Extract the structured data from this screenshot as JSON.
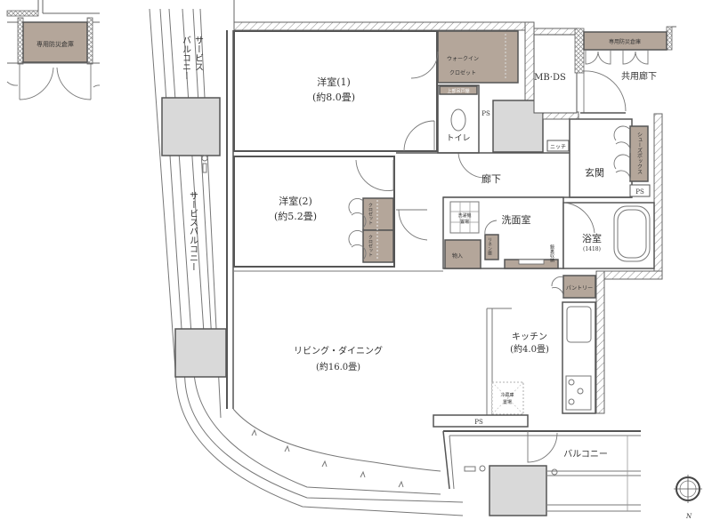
{
  "plan": {
    "colors": {
      "storage": "#b4a69a",
      "shaft": "#d9d9d9",
      "wall": "#555555",
      "background": "#ffffff"
    },
    "rooms": {
      "western1": {
        "name": "洋室(1)",
        "size": "(約8.0畳)"
      },
      "western2": {
        "name": "洋室(2)",
        "size": "(約5.2畳)"
      },
      "living": {
        "name": "リビング・ダイニング",
        "size": "(約16.0畳)"
      },
      "kitchen": {
        "name": "キッチン",
        "size": "(約4.0畳)"
      },
      "washroom": {
        "name": "洗面室"
      },
      "bathroom": {
        "name": "浴室",
        "size": "(1418)"
      },
      "toilet": {
        "name": "トイレ"
      },
      "entrance": {
        "name": "玄関"
      },
      "hallway": {
        "name": "廊下"
      },
      "mbds": {
        "name": "MB·DS"
      },
      "shared_corridor": {
        "name": "共用廊下"
      },
      "balcony": {
        "name": "バルコニー"
      },
      "service_balcony_top": {
        "line1": "サービス",
        "line2": "バルコニー"
      },
      "service_balcony_side": {
        "name": "サービスバルコニー"
      }
    },
    "storage": {
      "disaster_left": "専用防災倉庫",
      "disaster_right": "専用防災倉庫",
      "walkin_line1": "ウォークイン",
      "walkin_line2": "クロゼット",
      "upper_cabinet": "上部吊戸棚",
      "closet_a": "クロゼット",
      "closet_b": "クロゼット",
      "shoes_box": "シューズボックス",
      "storage_in": "物入",
      "linen": "リネン庫",
      "vanity_storage": "鏡裏収納",
      "pantry": "パントリー",
      "washer_line1": "洗濯機",
      "washer_line2": "置場",
      "fridge_line1": "冷蔵庫",
      "fridge_line2": "置場",
      "niche": "ニッチ"
    },
    "ps_labels": [
      "PS",
      "PS",
      "PS"
    ],
    "compass": {
      "label": "N"
    }
  }
}
